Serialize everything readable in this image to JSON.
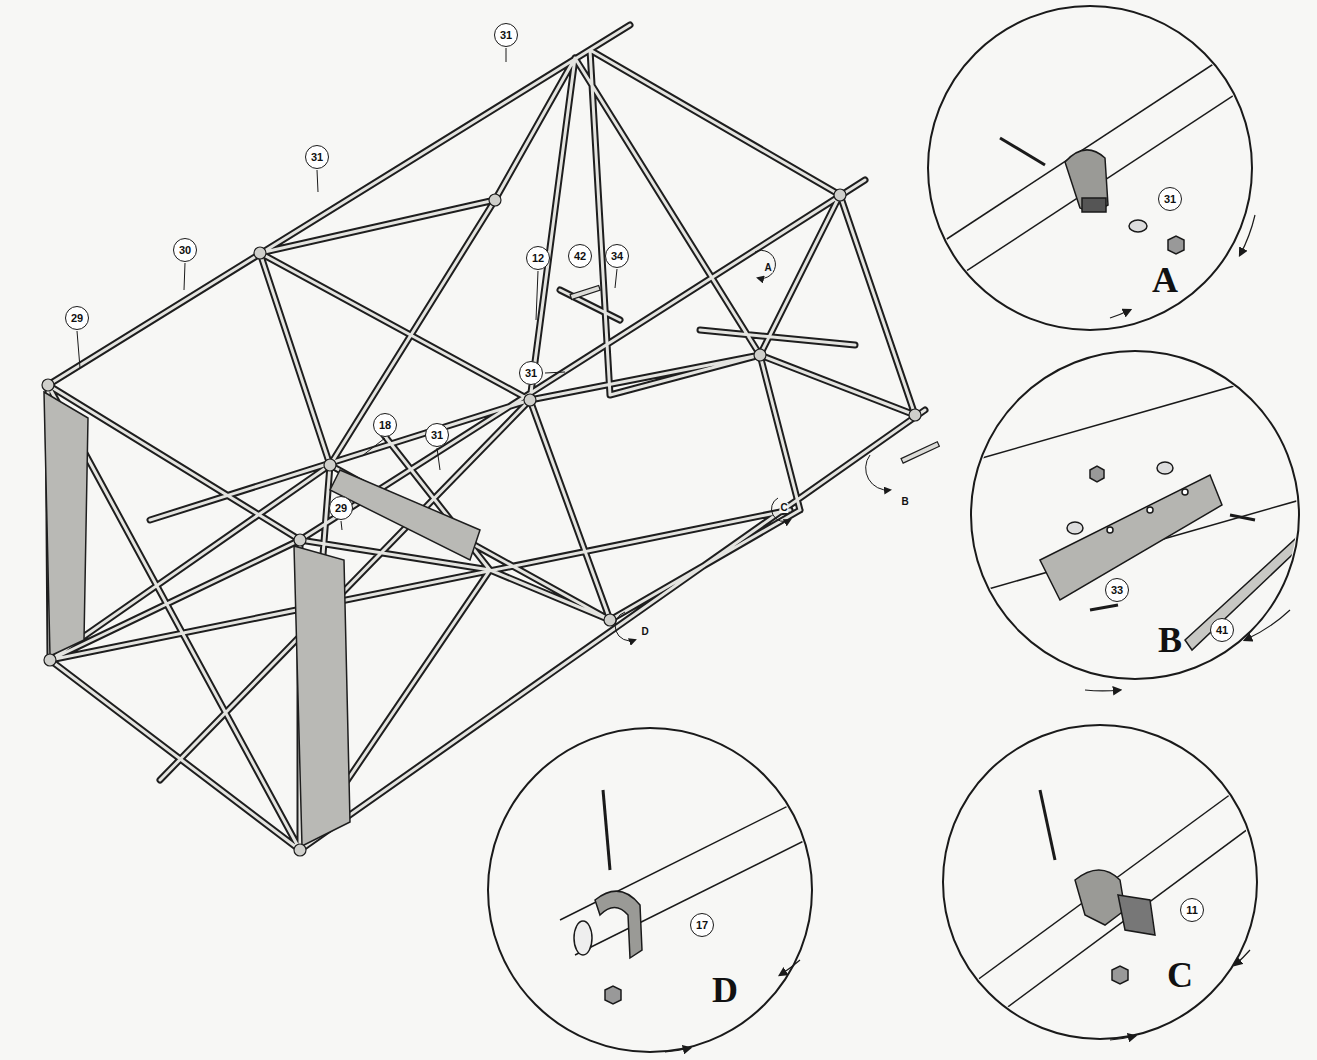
{
  "diagram": {
    "nodes": [
      {
        "text": [
          "31"
        ]
      },
      {
        "text": [
          "31"
        ]
      },
      {
        "text": [
          "30"
        ]
      },
      {
        "text": [
          "29"
        ]
      },
      {
        "text": [
          "12"
        ]
      },
      {
        "text": [
          "42"
        ]
      },
      {
        "text": [
          "34"
        ]
      },
      {
        "text": [
          "31"
        ]
      },
      {
        "text": [
          "18"
        ]
      },
      {
        "text": [
          "31"
        ]
      },
      {
        "text": [
          "29"
        ]
      },
      {
        "text": [
          "A"
        ]
      },
      {
        "text": [
          "31"
        ],
        "in": 11
      },
      {
        "text": [
          "B"
        ]
      },
      {
        "text": [
          "33"
        ],
        "in": 13
      },
      {
        "text": [
          "41"
        ],
        "in": 13
      },
      {
        "text": [
          "D"
        ]
      },
      {
        "text": [
          "17"
        ],
        "in": 16
      },
      {
        "text": [
          "C"
        ]
      },
      {
        "text": [
          "11"
        ],
        "in": 18
      }
    ],
    "labels": [
      "A",
      "B",
      "C",
      "D"
    ]
  }
}
